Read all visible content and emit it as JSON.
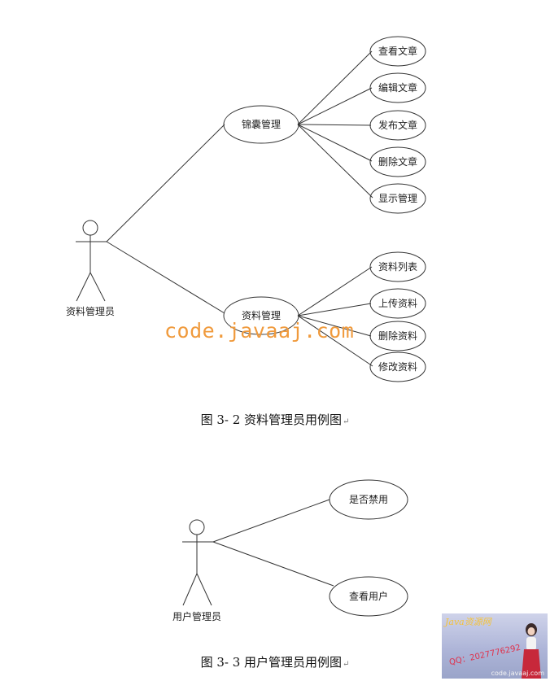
{
  "figure1": {
    "actor": "资料管理员",
    "groups": [
      {
        "label": "锦囊管理",
        "items": [
          "查看文章",
          "编辑文章",
          "发布文章",
          "删除文章",
          "显示管理"
        ]
      },
      {
        "label": "资料管理",
        "items": [
          "资料列表",
          "上传资料",
          "删除资料",
          "修改资料"
        ]
      }
    ],
    "caption": "图 3- 2 资料管理员用例图"
  },
  "figure2": {
    "actor": "用户管理员",
    "items": [
      "是否禁用",
      "查看用户"
    ],
    "caption": "图 3- 3 用户管理员用例图"
  },
  "return_mark": "↵",
  "watermark": "code.javaaj.com",
  "badge": {
    "title": "Java资源网",
    "qq": "QQ：2027776292",
    "url": "code.javaaj.com"
  },
  "colors": {
    "line": "#333333",
    "watermark": "#f09a3c"
  }
}
